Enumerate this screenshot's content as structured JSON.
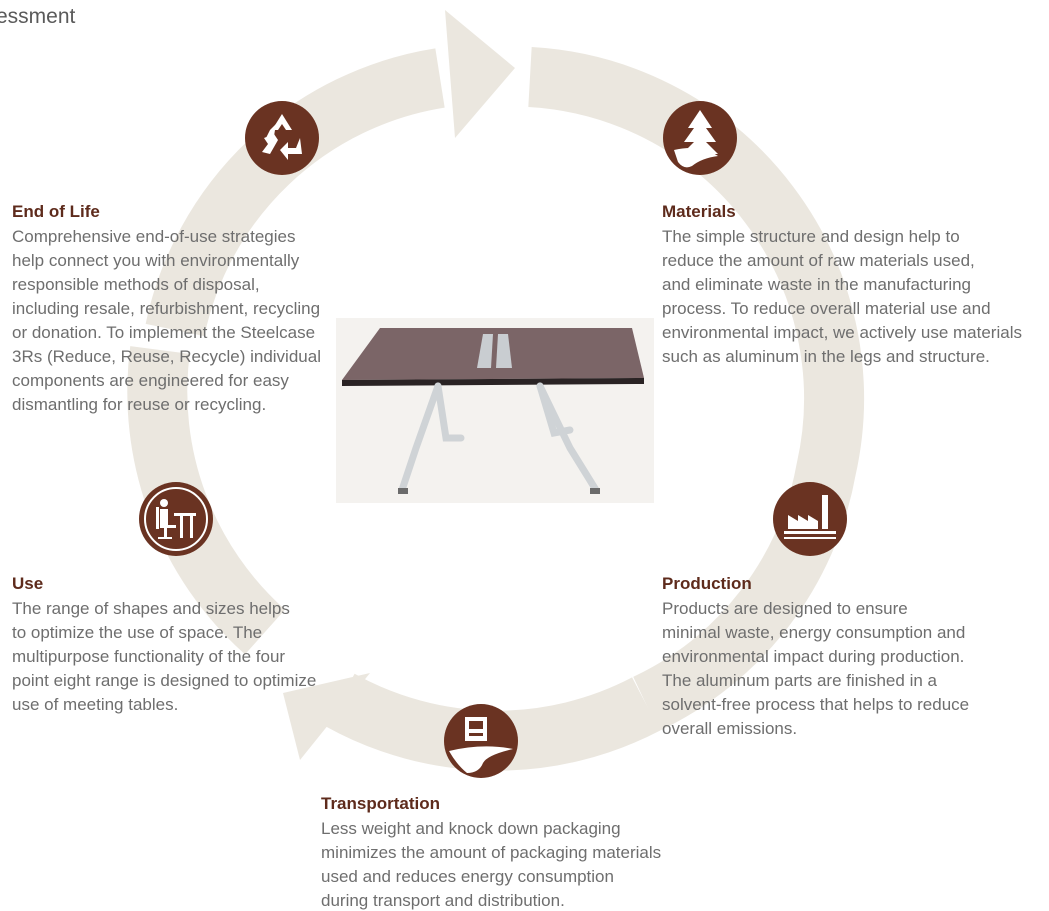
{
  "header": {
    "title": "essment"
  },
  "colors": {
    "cycle_arrow": "#ebe7df",
    "icon_fill": "#6a3322",
    "title_text": "#5e2b1c",
    "body_text": "#6e6e6e"
  },
  "stages": {
    "end_of_life": {
      "icon": "recycle-icon",
      "title": "End of Life",
      "lines": [
        "Comprehensive end-of-use strategies",
        "help connect you with environmentally",
        "responsible methods of disposal,",
        "including resale, refurbishment, recycling",
        "or donation. To implement the Steelcase",
        "3Rs (Reduce, Reuse, Recycle) individual",
        "components are engineered for easy",
        "dismantling for reuse or recycling."
      ]
    },
    "materials": {
      "icon": "tree-icon",
      "title": "Materials",
      "lines": [
        "The simple structure and design help to",
        "reduce the amount of raw materials used,",
        "and eliminate waste in the manufacturing",
        "process. To reduce overall material use and",
        "environmental impact, we actively use materials",
        "such as aluminum in the legs and structure."
      ]
    },
    "use": {
      "icon": "person-at-desk-icon",
      "title": "Use",
      "lines": [
        "The range of shapes and sizes helps",
        "to optimize the use of space. The",
        "multipurpose functionality of the four",
        "point eight range is designed to optimize",
        "use of meeting tables."
      ]
    },
    "production": {
      "icon": "factory-icon",
      "title": "Production",
      "lines": [
        "Products are designed to ensure",
        "minimal waste, energy consumption and",
        "environmental impact during production.",
        "The aluminum parts are finished in a",
        "solvent-free process that helps to reduce",
        "overall emissions."
      ]
    },
    "transportation": {
      "icon": "truck-icon",
      "title": "Transportation",
      "lines": [
        "Less weight and knock down packaging",
        "minimizes the amount of packaging materials",
        "used and reduces energy consumption",
        "during transport and distribution."
      ]
    }
  },
  "center_image": {
    "icon": "meeting-table-image"
  }
}
